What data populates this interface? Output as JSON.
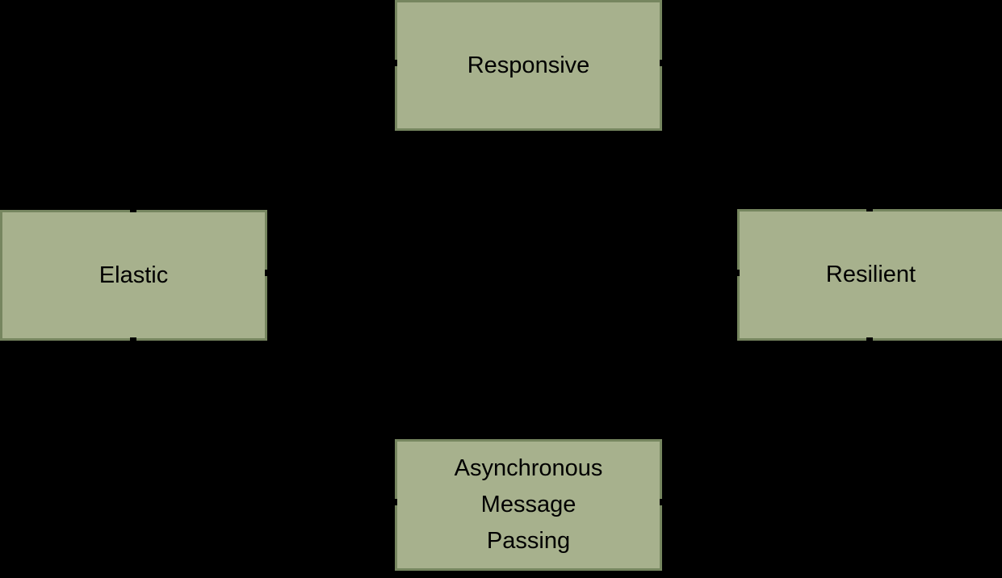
{
  "diagram": {
    "background_color": "#000000",
    "node_fill_color": "#a7b18d",
    "node_border_color": "#76865f",
    "node_text_color": "#000000",
    "nodes": [
      {
        "id": "responsive",
        "label": "Responsive"
      },
      {
        "id": "elastic",
        "label": "Elastic"
      },
      {
        "id": "resilient",
        "label": "Resilient"
      },
      {
        "id": "message-passing",
        "label": "Asynchronous\nMessage\nPassing"
      }
    ]
  }
}
